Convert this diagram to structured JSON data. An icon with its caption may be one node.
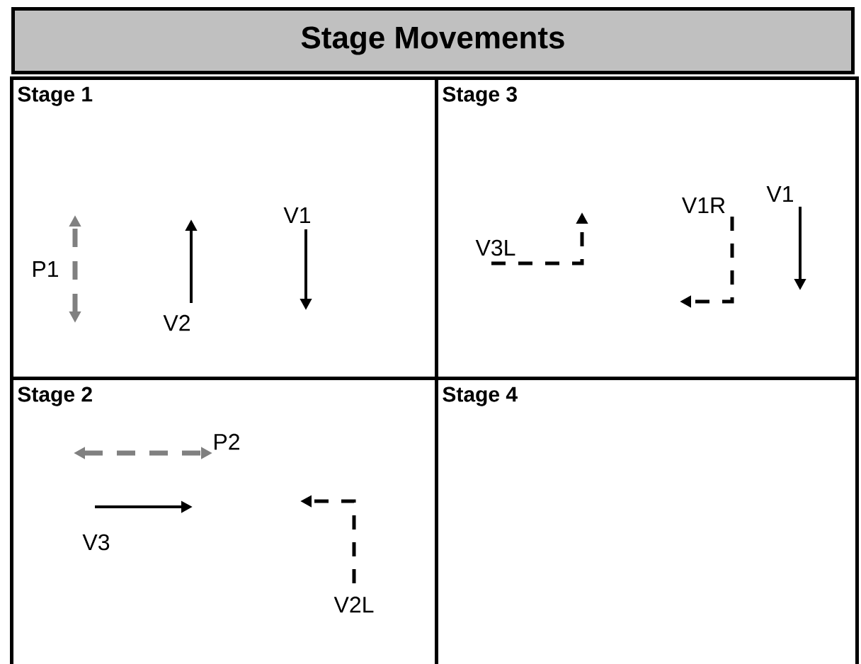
{
  "diagram": {
    "nodes": [
      {
        "text": [
          "Stage Movements"
        ]
      },
      {
        "text": [
          "Stage 1"
        ]
      },
      {
        "text": [
          "Stage 3"
        ]
      },
      {
        "text": [
          "Stage 2"
        ]
      },
      {
        "text": [
          "Stage 4"
        ]
      }
    ],
    "labels": [
      "V1",
      "P1",
      "V2",
      "V1R",
      "V1",
      "V3L",
      "P2",
      "V3",
      "V2L"
    ]
  }
}
